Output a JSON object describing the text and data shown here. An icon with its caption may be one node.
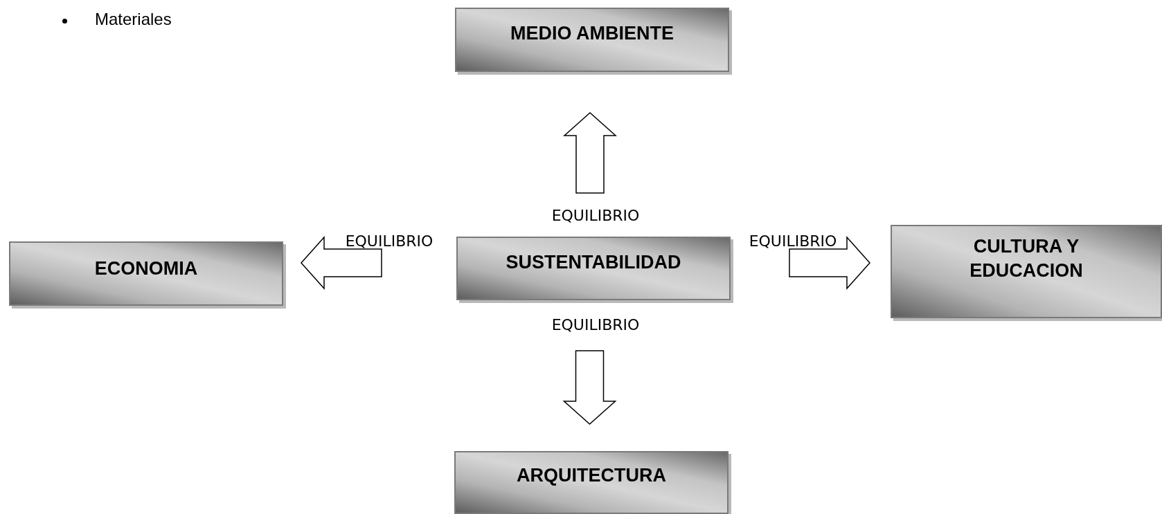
{
  "diagram": {
    "nodes": [
      {
        "text": [
          "MEDIO AMBIENTE"
        ]
      },
      {
        "text": [
          "ECONOMIA"
        ]
      },
      {
        "text": [
          "SUSTENTABILIDAD"
        ]
      },
      {
        "text": [
          "CULTURA Y EDUCACION"
        ]
      },
      {
        "text": [
          "ARQUITECTURA"
        ]
      }
    ],
    "edges": [
      {
        "from": 2,
        "to": 0,
        "arrow": "to",
        "label": "EQUILIBRIO"
      },
      {
        "from": 2,
        "to": 1,
        "arrow": "to",
        "label": "EQUILIBRIO"
      },
      {
        "from": 2,
        "to": 3,
        "arrow": "to",
        "label": "EQUILIBRIO"
      },
      {
        "from": 2,
        "to": 4,
        "arrow": "to",
        "label": "EQUILIBRIO"
      }
    ],
    "labels": [
      "Materiales"
    ]
  }
}
